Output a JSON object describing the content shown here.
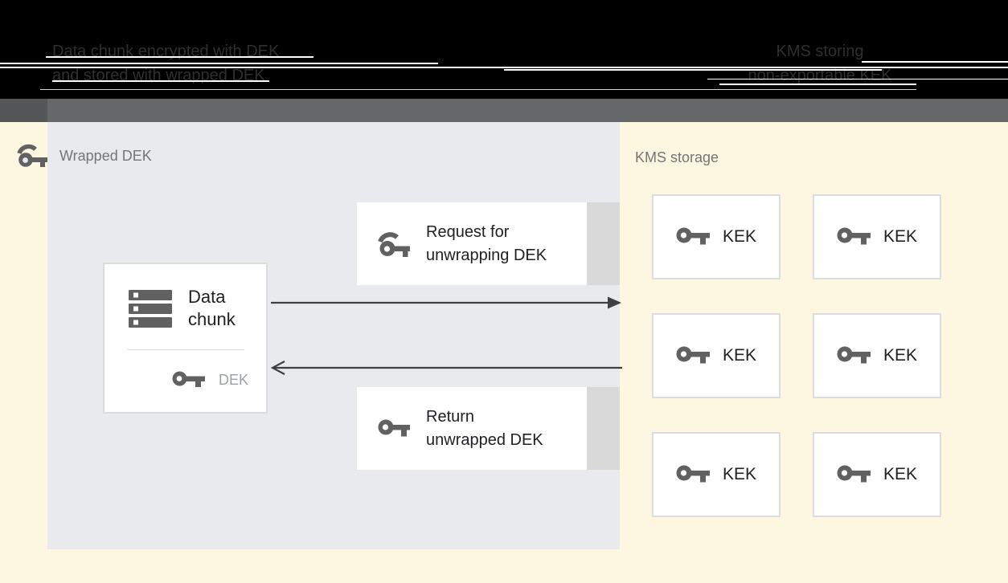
{
  "banner": {
    "left_caption": {
      "line1": "Data chunk encrypted with DEK",
      "line2": "and stored with wrapped DEK"
    },
    "right_caption": {
      "line1": "KMS storing",
      "line2": "non-exportable KEK"
    }
  },
  "wrapped_dek_panel": {
    "title": "Wrapped DEK",
    "data_chunk_box": {
      "title_line1": "Data",
      "title_line2": "chunk",
      "key_label": "DEK"
    },
    "request_box": {
      "line1": "Request for",
      "line2": "unwrapping DEK"
    },
    "return_box": {
      "line1": "Return",
      "line2": "unwrapped DEK"
    }
  },
  "kms_storage": {
    "title": "KMS storage",
    "keks": [
      {
        "label": "KEK"
      },
      {
        "label": "KEK"
      },
      {
        "label": "KEK"
      },
      {
        "label": "KEK"
      },
      {
        "label": "KEK"
      },
      {
        "label": "KEK"
      }
    ]
  },
  "colors": {
    "background_cream": "#fdf6e0",
    "panel_gray": "#e8eaed",
    "banner_black": "#000000",
    "toolbar_gray": "#666769",
    "icon_gray": "#616161",
    "text_dark": "#202124",
    "text_muted": "#757575",
    "text_faint": "#9aa0a6",
    "border_light": "#dadce0",
    "arrow": "#3c4043",
    "shadow_strip": "#d9d9d9"
  }
}
